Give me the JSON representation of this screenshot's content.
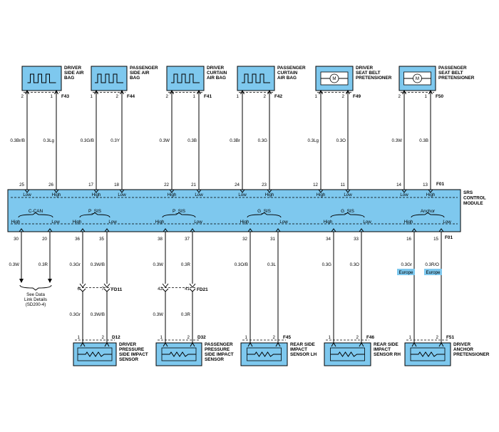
{
  "module": {
    "label_lines": [
      "SRS",
      "CONTROL",
      "MODULE"
    ],
    "top_connector": "F01",
    "bottom_connector": "F01"
  },
  "top_components": [
    {
      "name": "driver-side-air-bag",
      "label_lines": [
        "DRIVER",
        "SIDE AIR",
        "BAG"
      ],
      "connector": "F43",
      "symbol": "wave",
      "pins": [
        "2",
        "1"
      ],
      "wires": [
        "0.3Br/B",
        "0.3Lg"
      ],
      "srs_pins": [
        "25",
        "26"
      ],
      "signals": [
        "Low",
        "High"
      ]
    },
    {
      "name": "passenger-side-air-bag",
      "label_lines": [
        "PASSENGER",
        "SIDE AIR",
        "BAG"
      ],
      "connector": "F44",
      "symbol": "wave",
      "pins": [
        "1",
        "2"
      ],
      "wires": [
        "0.3G/B",
        "0.3Y"
      ],
      "srs_pins": [
        "17",
        "18"
      ],
      "signals": [
        "High",
        "Low"
      ]
    },
    {
      "name": "driver-curtain-air-bag",
      "label_lines": [
        "DRIVER",
        "CURTAIN",
        "AIR BAG"
      ],
      "connector": "F41",
      "symbol": "wave",
      "pins": [
        "2",
        "1"
      ],
      "wires": [
        "0.3W",
        "0.3B"
      ],
      "srs_pins": [
        "22",
        "21"
      ],
      "signals": [
        "High",
        "Low"
      ]
    },
    {
      "name": "passenger-curtain-air-bag",
      "label_lines": [
        "PASSENGER",
        "CURTAIN",
        "AIR BAG"
      ],
      "connector": "F42",
      "symbol": "wave",
      "pins": [
        "1",
        "2"
      ],
      "wires": [
        "0.3Br",
        "0.3G"
      ],
      "srs_pins": [
        "24",
        "23"
      ],
      "signals": [
        "Low",
        "High"
      ]
    },
    {
      "name": "driver-seat-belt-pretensioner",
      "label_lines": [
        "DRIVER",
        "SEAT BELT",
        "PRETENSIONER"
      ],
      "connector": "F49",
      "symbol": "motor",
      "pins": [
        "1",
        "2"
      ],
      "wires": [
        "0.3Lg",
        "0.3O"
      ],
      "srs_pins": [
        "12",
        "11"
      ],
      "signals": [
        "High",
        "Low"
      ]
    },
    {
      "name": "passenger-seat-belt-pretensioner",
      "label_lines": [
        "PASSENGER",
        "SEAT BELT",
        "PRETENSIONER"
      ],
      "connector": "F50",
      "symbol": "motor",
      "pins": [
        "2",
        "1"
      ],
      "wires": [
        "0.3W",
        "0.3B"
      ],
      "srs_pins": [
        "14",
        "13"
      ],
      "signals": [
        "Low",
        "High"
      ]
    }
  ],
  "bottom_groups": [
    {
      "name": "c-can",
      "label": "C-CAN",
      "ports": [
        "High",
        "Low"
      ],
      "srs_pins": [
        "30",
        "20"
      ],
      "wires": [
        "0.3W",
        "0.3R"
      ],
      "see_lines": [
        "See Data",
        "Link Details",
        "(SD200-4)"
      ]
    },
    {
      "name": "p-sis-1",
      "label": "P_SIS",
      "ports": [
        "High",
        "Low"
      ],
      "srs_pins": [
        "36",
        "35"
      ],
      "wires": [
        "0.3Gr",
        "0.3W/B"
      ],
      "inline": {
        "connector": "FD11",
        "pins": [
          "6",
          "7"
        ],
        "wires": [
          "0.3Gr",
          "0.3W/B"
        ]
      },
      "component": {
        "label_lines": [
          "DRIVER",
          "PRESSURE",
          "SIDE IMPACT",
          "SENSOR"
        ],
        "connector": "D12",
        "pins": [
          "1",
          "2"
        ]
      }
    },
    {
      "name": "p-sis-2",
      "label": "P_SIS",
      "ports": [
        "High",
        "Low"
      ],
      "srs_pins": [
        "38",
        "37"
      ],
      "wires": [
        "0.3W",
        "0.3R"
      ],
      "inline": {
        "connector": "FD21",
        "pins": [
          "42",
          "41"
        ],
        "wires": [
          "0.3W",
          "0.3R"
        ]
      },
      "component": {
        "label_lines": [
          "PASSENGER",
          "PRESSURE",
          "SIDE IMPACT",
          "SENSOR"
        ],
        "connector": "D32",
        "pins": [
          "1",
          "2"
        ]
      }
    },
    {
      "name": "g-sis-1",
      "label": "G_SIS",
      "ports": [
        "High",
        "Low"
      ],
      "srs_pins": [
        "32",
        "31"
      ],
      "wires": [
        "0.3O/B",
        "0.3L"
      ],
      "component": {
        "label_lines": [
          "REAR SIDE",
          "IMPACT",
          "SENSOR LH"
        ],
        "connector": "F45",
        "pins": [
          "1",
          "2"
        ]
      }
    },
    {
      "name": "g-sis-2",
      "label": "G_SIS",
      "ports": [
        "High",
        "Low"
      ],
      "srs_pins": [
        "34",
        "33"
      ],
      "wires": [
        "0.3G",
        "0.3O"
      ],
      "component": {
        "label_lines": [
          "REAR SIDE",
          "IMPACT",
          "SENSOR RH"
        ],
        "connector": "F46",
        "pins": [
          "1",
          "2"
        ]
      }
    },
    {
      "name": "anchor",
      "label": "Anchor",
      "ports": [
        "High",
        "Low"
      ],
      "srs_pins": [
        "16",
        "15"
      ],
      "wires": [
        "0.3Gr",
        "0.3R/O"
      ],
      "tags": [
        "Europe",
        "Europe"
      ],
      "component": {
        "label_lines": [
          "DRIVER",
          "ANCHOR",
          "PRETENSIONER"
        ],
        "connector": "F51",
        "pins": [
          "1",
          "2"
        ]
      }
    }
  ]
}
